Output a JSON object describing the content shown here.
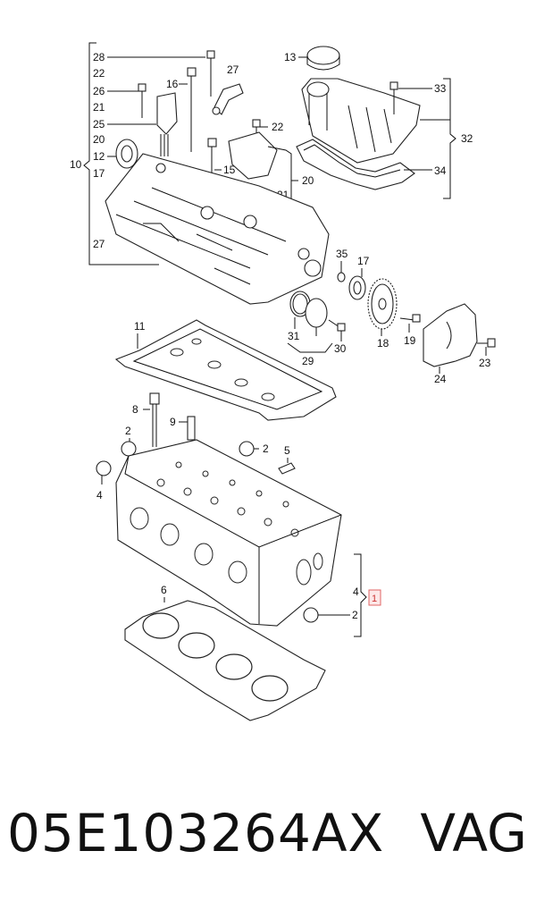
{
  "diagram": {
    "labels": {
      "l28": "28",
      "l22a": "22",
      "l26": "26",
      "l21a": "21",
      "l25": "25",
      "l20a": "20",
      "l12": "12",
      "l17a": "17",
      "l10": "10",
      "l27a": "27",
      "l27b": "27",
      "l16": "16",
      "l15": "15",
      "l22b": "22",
      "l20b": "20",
      "l21b": "21",
      "l13": "13",
      "l33": "33",
      "l32": "32",
      "l34": "34",
      "l35": "35",
      "l17b": "17",
      "l31": "31",
      "l29": "29",
      "l30": "30",
      "l18": "18",
      "l19": "19",
      "l23": "23",
      "l24": "24",
      "l11": "11",
      "l8": "8",
      "l9": "9",
      "l2a": "2",
      "l2b": "2",
      "l5": "5",
      "l4a": "4",
      "l4b": "4",
      "l2c": "2",
      "l6": "6"
    },
    "highlight_label": "1"
  },
  "caption": {
    "part_number": "05E103264AX",
    "brand": "VAG"
  }
}
